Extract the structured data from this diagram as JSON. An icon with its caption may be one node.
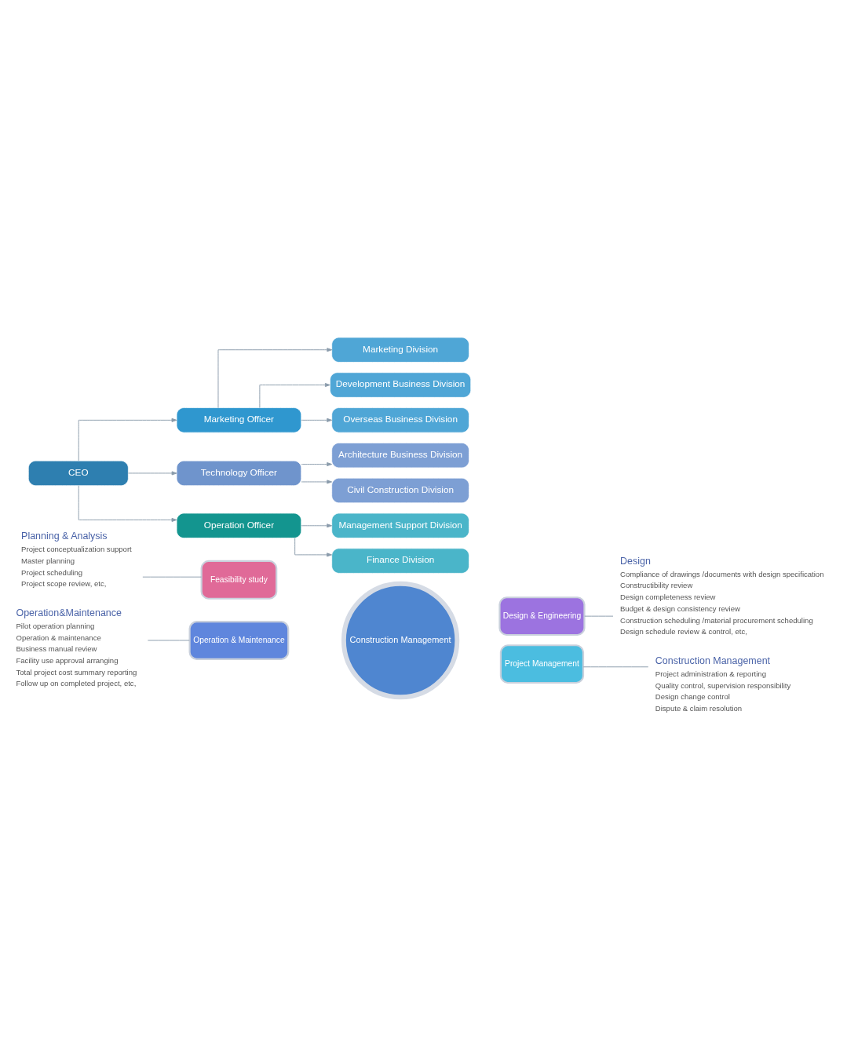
{
  "diagram": {
    "nodes": [
      {
        "text": [
          "CEO"
        ]
      },
      {
        "text": [
          "Marketing Officer"
        ]
      },
      {
        "text": [
          "Technology Officer"
        ]
      },
      {
        "text": [
          "Operation Officer"
        ]
      },
      {
        "text": [
          "Marketing Division"
        ]
      },
      {
        "text": [
          "Development Business Division"
        ]
      },
      {
        "text": [
          "Overseas Business Division"
        ]
      },
      {
        "text": [
          "Architecture Business Division"
        ]
      },
      {
        "text": [
          "Civil Construction Division"
        ]
      },
      {
        "text": [
          "Management Support Division"
        ]
      },
      {
        "text": [
          "Finance Division"
        ]
      },
      {
        "text": [
          "Construction Management"
        ]
      },
      {
        "text": [
          "Feasibility study"
        ]
      },
      {
        "text": [
          "Design & Engineering"
        ]
      },
      {
        "text": [
          "Operation & Maintenance"
        ]
      },
      {
        "text": [
          "Project Management"
        ]
      },
      {
        "text": [
          "Planning & Analysis",
          "Project conceptualization support",
          "Master planning",
          "Project scheduling",
          "Project scope review, etc,"
        ]
      },
      {
        "text": [
          "Design",
          "Compliance of drawings /documents with design specification",
          "Constructibility review",
          "Design completeness review",
          "Budget & design consistency review",
          "Construction scheduling /material procurement scheduling",
          "Design schedule review & control, etc,"
        ]
      },
      {
        "text": [
          "Operation&Maintenance",
          "Pilot operation planning",
          "Operation & maintenance",
          "Business manual review",
          "Facility use approval arranging",
          "Total project cost summary reporting",
          "Follow up on completed project, etc,"
        ]
      },
      {
        "text": [
          "Construction Management",
          "Project administration & reporting",
          "Quality control, supervision responsibility",
          "Design change control",
          "Dispute & claim resolution"
        ]
      }
    ],
    "edges": [
      {
        "from": 0,
        "to": 1,
        "arrow": "to"
      },
      {
        "from": 0,
        "to": 2,
        "arrow": "to"
      },
      {
        "from": 0,
        "to": 3,
        "arrow": "to"
      },
      {
        "from": 1,
        "to": 4,
        "arrow": "to"
      },
      {
        "from": 1,
        "to": 5,
        "arrow": "to"
      },
      {
        "from": 1,
        "to": 6,
        "arrow": "to"
      },
      {
        "from": 2,
        "to": 7,
        "arrow": "to"
      },
      {
        "from": 2,
        "to": 8,
        "arrow": "to"
      },
      {
        "from": 3,
        "to": 9,
        "arrow": "to"
      },
      {
        "from": 3,
        "to": 10,
        "arrow": "to"
      },
      {
        "from": 16,
        "to": 12,
        "arrow": "none"
      },
      {
        "from": 13,
        "to": 17,
        "arrow": "none"
      },
      {
        "from": 18,
        "to": 14,
        "arrow": "none"
      },
      {
        "from": 15,
        "to": 19,
        "arrow": "none"
      }
    ]
  }
}
